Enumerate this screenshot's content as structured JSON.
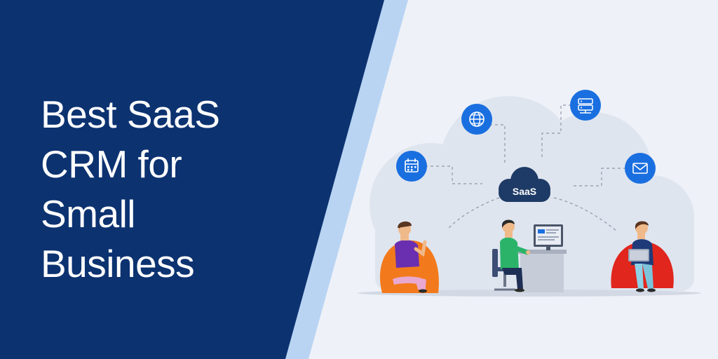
{
  "banner": {
    "title_lines": [
      "Best SaaS",
      "CRM for",
      "Small",
      "Business"
    ],
    "cloud_label": "SaaS"
  },
  "colors": {
    "left_panel": "#0c3270",
    "stripe": "#b9d4f3",
    "background": "#eef1f7",
    "cloud": "#dfe5ef",
    "icon_circle": "#1a6fe0",
    "beanbag_left": "#f27a1c",
    "beanbag_right": "#e0261d"
  },
  "icons": [
    "calendar-icon",
    "globe-icon",
    "server-icon",
    "mail-icon"
  ]
}
